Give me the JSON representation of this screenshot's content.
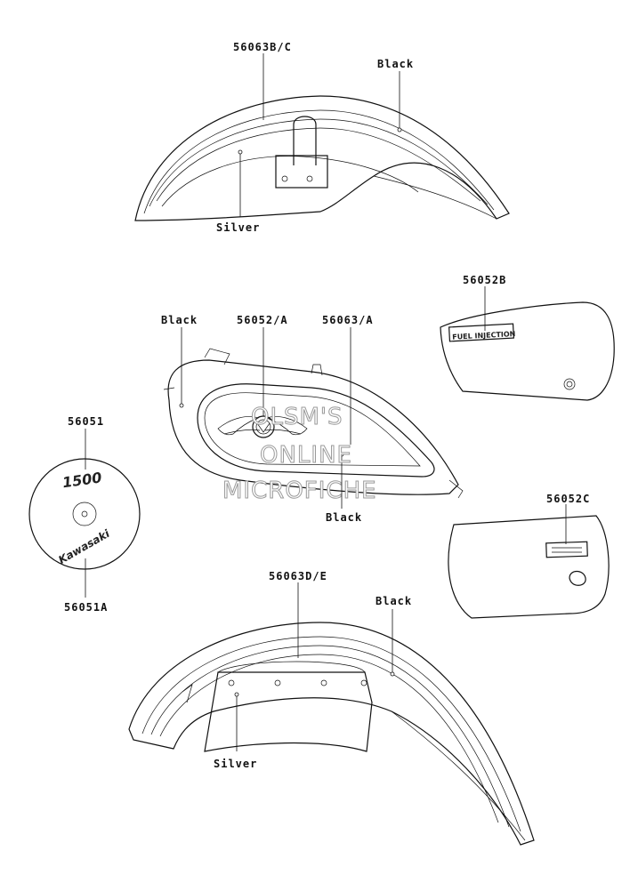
{
  "labels": {
    "front_fender_stripe": "56063B/C",
    "front_fender_black": "Black",
    "front_fender_silver": "Silver",
    "tank_black_left": "Black",
    "tank_emblem": "56052/A",
    "tank_stripe": "56063/A",
    "tank_black_bottom": "Black",
    "side_cover_right": "56052B",
    "side_cover_left": "56052C",
    "cleaner_1500": "56051",
    "cleaner_kawasaki": "56051A",
    "rear_fender_stripe": "56063D/E",
    "rear_fender_black": "Black",
    "rear_fender_silver": "Silver"
  },
  "decals": {
    "fuel_injection": "FUEL INJECTION",
    "model_1500": "1500",
    "kawasaki": "Kawasaki"
  },
  "watermark": {
    "line1": "OLSM'S",
    "line2": "ONLINE",
    "line3": "MICROFICHE"
  }
}
